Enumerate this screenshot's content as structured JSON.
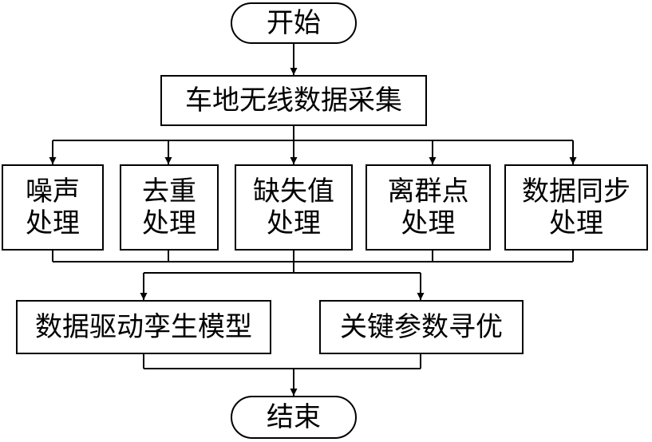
{
  "start": "开始",
  "collect": "车地无线数据采集",
  "processes": [
    {
      "line1": "噪声",
      "line2": "处理"
    },
    {
      "line1": "去重",
      "line2": "处理"
    },
    {
      "line1": "缺失值",
      "line2": "处理"
    },
    {
      "line1": "离群点",
      "line2": "处理"
    },
    {
      "line1": "数据同步",
      "line2": "处理"
    }
  ],
  "model": "数据驱动孪生模型",
  "optimize": "关键参数寻优",
  "end": "结束"
}
